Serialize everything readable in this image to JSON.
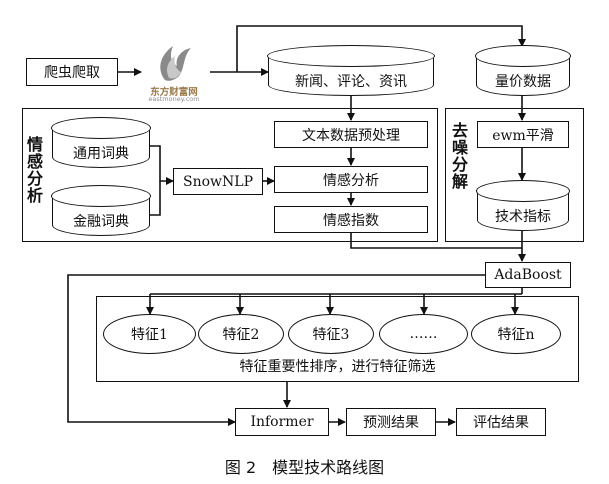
{
  "nodes": {
    "crawler": "爬虫爬取",
    "news": "新闻、评论、资讯",
    "price": "量价数据",
    "general_dict": "通用词典",
    "finance_dict": "金融词典",
    "snownlp": "SnowNLP",
    "preprocess": "文本数据预处理",
    "sentiment_analysis": "情感分析",
    "sentiment_index": "情感指数",
    "ewm": "ewm平滑",
    "tech_indicators": "技术指标",
    "adaboost": "AdaBoost",
    "features": [
      "特征1",
      "特征2",
      "特征3",
      "……",
      "特征n"
    ],
    "feature_ranking": "特征重要性排序，进行特征筛选",
    "informer": "Informer",
    "prediction": "预测结果",
    "evaluation": "评估结果"
  },
  "groups": {
    "sentiment_group": "情感分析",
    "denoise_group": "去噪分解"
  },
  "logo": {
    "brand": "东方财富网",
    "domain": "eastmoney.com",
    "icon": "eastmoney-flame-icon",
    "color": "#9a7a4a"
  },
  "caption": "图 2　模型技术路线图"
}
